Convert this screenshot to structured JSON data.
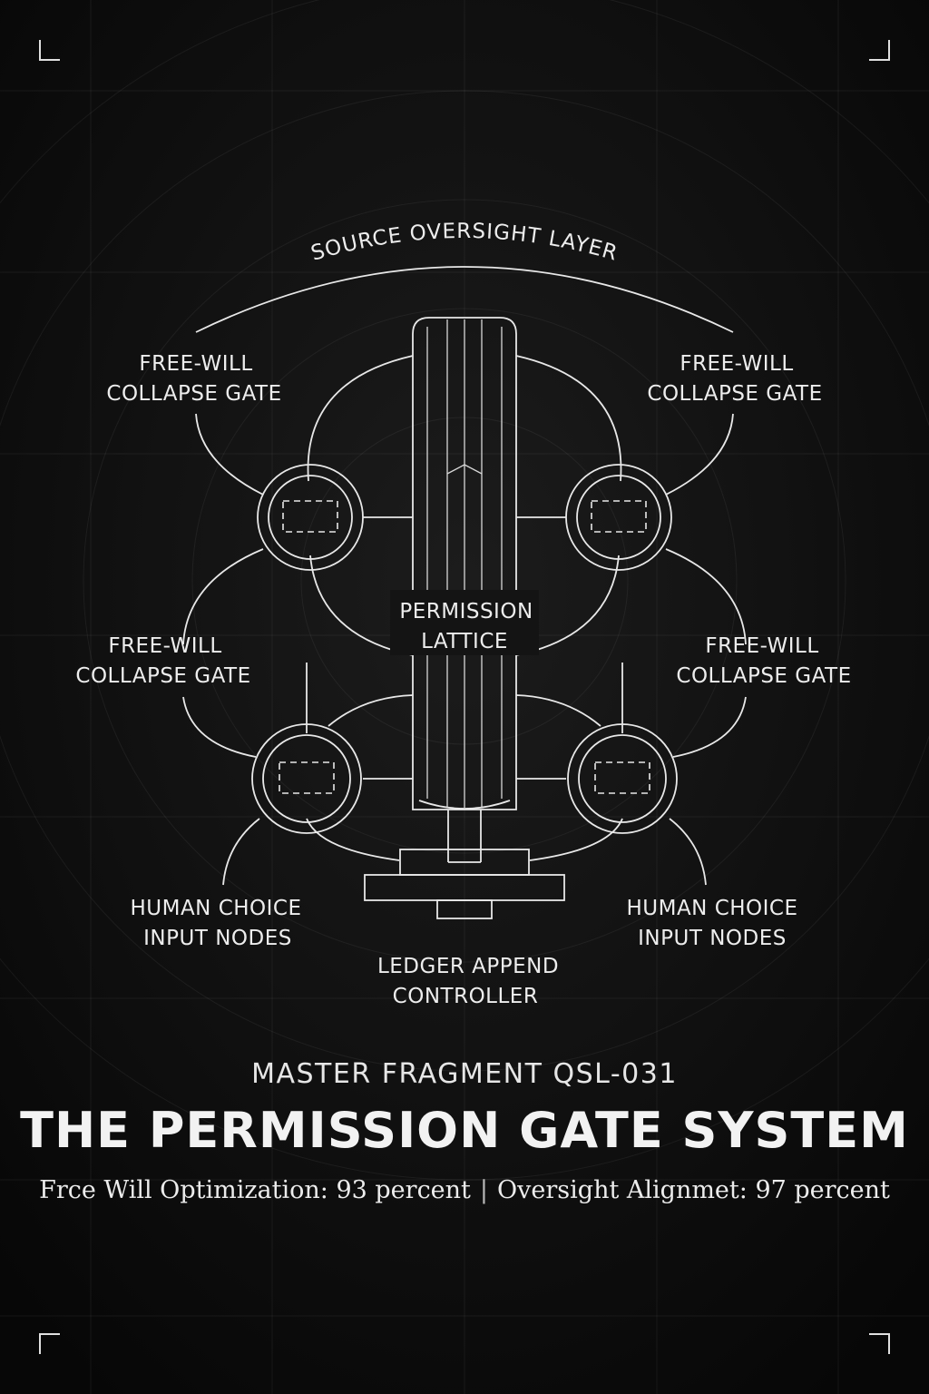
{
  "diagram": {
    "top_layer": "SOURCE OVERSIGHT LAYER",
    "gates": {
      "top_left": {
        "line1": "FREE-WILL",
        "line2": "COLLAPSE GATE"
      },
      "top_right": {
        "line1": "FREE-WILL",
        "line2": "COLLAPSE GATE"
      },
      "mid_left": {
        "line1": "FREE-WILL",
        "line2": "COLLAPSE GATE"
      },
      "mid_right": {
        "line1": "FREE-WILL",
        "line2": "COLLAPSE GATE"
      }
    },
    "center": {
      "line1": "PERMISSION",
      "line2": "LATTICE"
    },
    "inputs": {
      "left": {
        "line1": "HUMAN CHOICE",
        "line2": "INPUT NODES"
      },
      "right": {
        "line1": "HUMAN CHOICE",
        "line2": "INPUT NODES"
      }
    },
    "base": {
      "line1": "LEDGER APPEND",
      "line2": "CONTROLLER"
    }
  },
  "caption": {
    "subtitle": "MASTER FRAGMENT QSL-031",
    "title": "THE PERMISSION GATE SYSTEM",
    "metric_left": "Frce Will Optimization: 93 percent",
    "separator": "|",
    "metric_right": "Oversight Alignmet: 97 percent"
  },
  "colors": {
    "background": "#101010",
    "ink": "#ececec"
  }
}
